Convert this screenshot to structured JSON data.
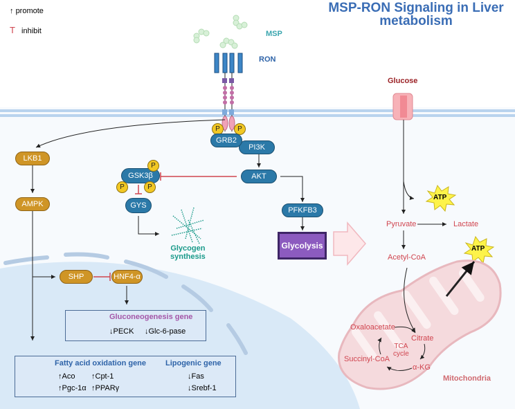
{
  "title": "MSP-RON Signaling in Liver metabolism",
  "legend": {
    "promote": {
      "symbol": "↑",
      "label": "promote"
    },
    "inhibit": {
      "symbol": "T",
      "label": "inhibit"
    }
  },
  "receptor": {
    "ligand_label": "MSP",
    "receptor_label": "RON",
    "phospho": "P"
  },
  "nodes": {
    "grb2": "GRB2",
    "pi3k": "PI3K",
    "akt": "AKT",
    "lkb1": "LKB1",
    "ampk": "AMPK",
    "gsk3b": "GSK3β",
    "gys": "GYS",
    "pfkfb3": "PFKFB3",
    "glycolysis": "Glycolysis",
    "shp": "SHP",
    "hnf4a": "HNF4-α",
    "glycogen_line1": "Glycogen",
    "glycogen_line2": "synthesis"
  },
  "gluconeogenesis_box": {
    "header": "Gluconeogenesis gene",
    "genes": [
      "↓PECK",
      "↓Glc-6-pase"
    ]
  },
  "lipid_box": {
    "fao_header": "Fatty acid oxidation gene",
    "fao_genes": [
      "↑Aco",
      "↑Cpt-1",
      "↑Pgc-1α",
      "↑PPARγ"
    ],
    "lipo_header": "Lipogenic gene",
    "lipo_genes": [
      "↓Fas",
      "↓Srebf-1"
    ]
  },
  "metabolism": {
    "glucose": "Glucose",
    "atp": "ATP",
    "pyruvate": "Pyruvate",
    "lactate": "Lactate",
    "acetyl_coa": "Acetyl-CoA",
    "oxaloacetate": "Oxaloacetate",
    "citrate": "Citrate",
    "tca_line1": "TCA",
    "tca_line2": "cycle",
    "succinyl_coa": "Succinyl-CoA",
    "akg": "α-KG",
    "mitochondria": "Mitochondria"
  },
  "colors": {
    "title": "#3a6db5",
    "gold_node": "#cf9526",
    "blue_node": "#2b79a8",
    "inhibit": "#d0454f",
    "glycolysis": "#8c5bbf",
    "glycogen": "#1a9a8a",
    "gluconeogenesis_header": "#a457a8",
    "lipid_header": "#2e63a8",
    "metabolite": "#d0454f"
  }
}
